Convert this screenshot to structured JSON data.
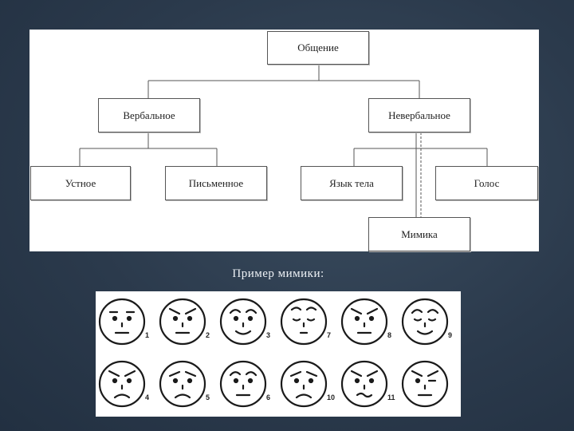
{
  "diagram": {
    "nodes": {
      "root": "Общение",
      "verbal": "Вербальное",
      "nonverbal": "Невербальное",
      "oral": "Устное",
      "written": "Письменное",
      "body_language": "Язык тела",
      "voice": "Голос",
      "mimicry": "Мимика"
    }
  },
  "caption": "Пример мимики:",
  "faces": [
    {
      "num": "1"
    },
    {
      "num": "2"
    },
    {
      "num": "3"
    },
    {
      "num": "7"
    },
    {
      "num": "8"
    },
    {
      "num": "9"
    },
    {
      "num": "4"
    },
    {
      "num": "5"
    },
    {
      "num": "6"
    },
    {
      "num": "10"
    },
    {
      "num": "11"
    },
    {
      "num": ""
    }
  ],
  "colors": {
    "background": "#2b3a4c",
    "panel": "#ffffff",
    "stroke": "#222222"
  }
}
